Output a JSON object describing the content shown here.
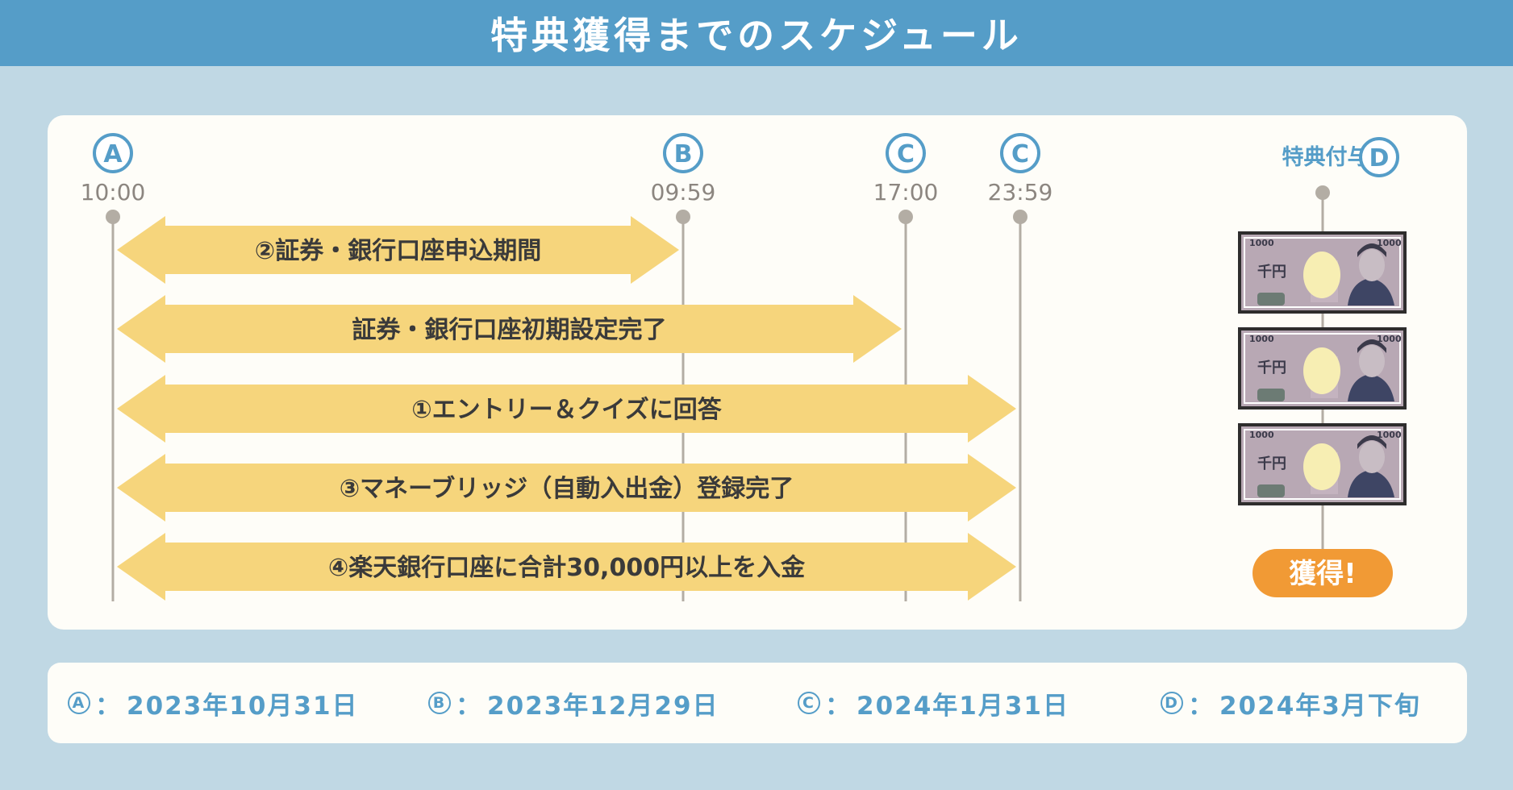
{
  "header": {
    "title": "特典獲得までのスケジュール"
  },
  "timeline": {
    "markers": [
      {
        "letter": "A",
        "time": "10:00"
      },
      {
        "letter": "B",
        "time": "09:59"
      },
      {
        "letter": "C",
        "time": "17:00"
      },
      {
        "letter": "C",
        "time": "23:59"
      }
    ],
    "bars": [
      {
        "label": "②証券・銀行口座申込期間",
        "from": "A 10:00",
        "to": "B 09:59"
      },
      {
        "label": "証券・銀行口座初期設定完了",
        "from": "A 10:00",
        "to": "C 17:00"
      },
      {
        "label": "①エントリー＆クイズに回答",
        "from": "A 10:00",
        "to": "C 23:59"
      },
      {
        "label": "③マネーブリッジ（自動入出金）登録完了",
        "from": "A 10:00",
        "to": "C 23:59"
      },
      {
        "label": "④楽天銀行口座に合計30,000円以上を入金",
        "from": "A 10:00",
        "to": "C 23:59"
      }
    ],
    "reward": {
      "label": "特典付与：",
      "letter": "D",
      "banknote_denomination": "1000",
      "banknote_text": "千円",
      "banknote_count": 3,
      "acquire_label": "獲得!"
    }
  },
  "legend": [
    {
      "letter": "A",
      "sep": "：",
      "date": "2023年10月31日"
    },
    {
      "letter": "B",
      "sep": "：",
      "date": "2023年12月29日"
    },
    {
      "letter": "C",
      "sep": "：",
      "date": "2024年1月31日"
    },
    {
      "letter": "D",
      "sep": "：",
      "date": "2024年3月下旬"
    }
  ],
  "colors": {
    "header_bg": "#559dc8",
    "page_bg": "#c0d8e4",
    "panel_bg": "#fefdf8",
    "accent_blue": "#559dc8",
    "arrow_fill": "#f6d57c",
    "timeline_line": "#b3ada4",
    "acquire_bg": "#f19a35"
  }
}
